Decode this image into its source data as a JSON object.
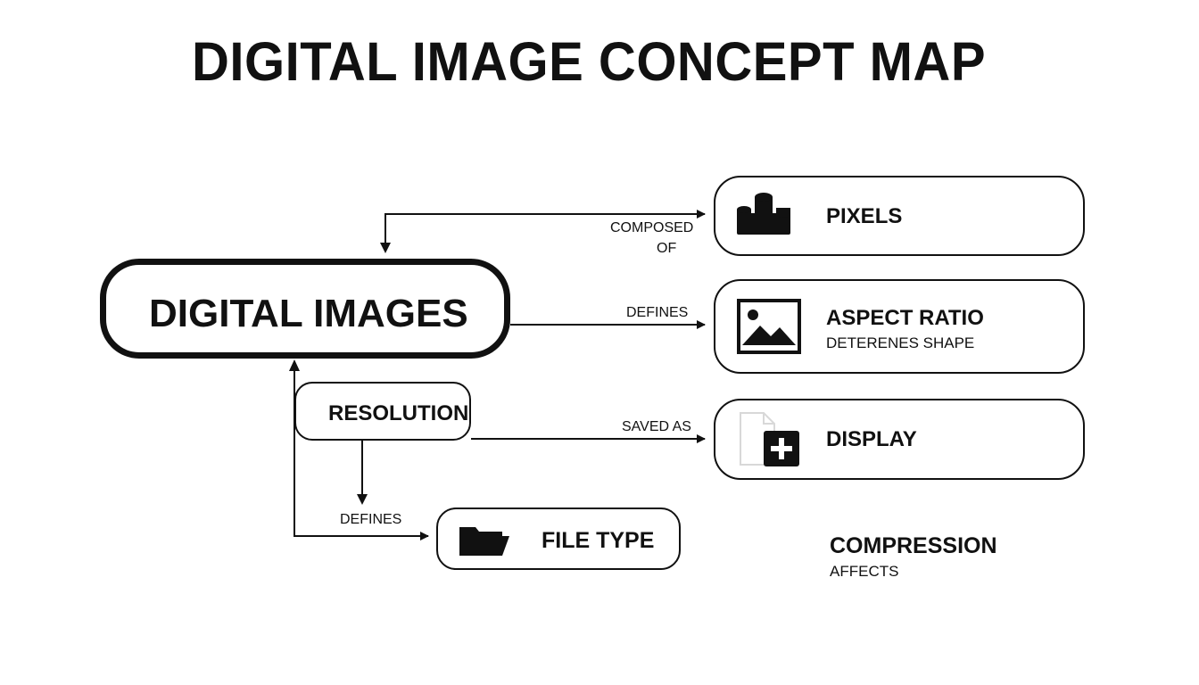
{
  "title": "DIGITAL IMAGE CONCEPT MAP",
  "nodes": {
    "digital_images": {
      "label": "DIGITAL IMAGES"
    },
    "resolution": {
      "label": "RESOLUTION"
    },
    "file_type": {
      "label": "FILE TYPE",
      "icon": "folder-icon"
    },
    "pixels": {
      "label": "PIXELS",
      "icon": "blocks-icon"
    },
    "aspect_ratio": {
      "label": "ASPECT RATIO",
      "sublabel": "DETERENES SHAPE",
      "icon": "image-icon"
    },
    "display": {
      "label": "DISPLAY",
      "icon": "document-plus-icon"
    },
    "compression": {
      "label": "COMPRESSION",
      "sublabel": "AFFECTS"
    }
  },
  "edge_labels": {
    "composed": "COMPOSED",
    "of": "OF",
    "defines_aspect": "DEFINES",
    "saved_as": "SAVED AS",
    "defines_filetype": "DEFINES"
  }
}
